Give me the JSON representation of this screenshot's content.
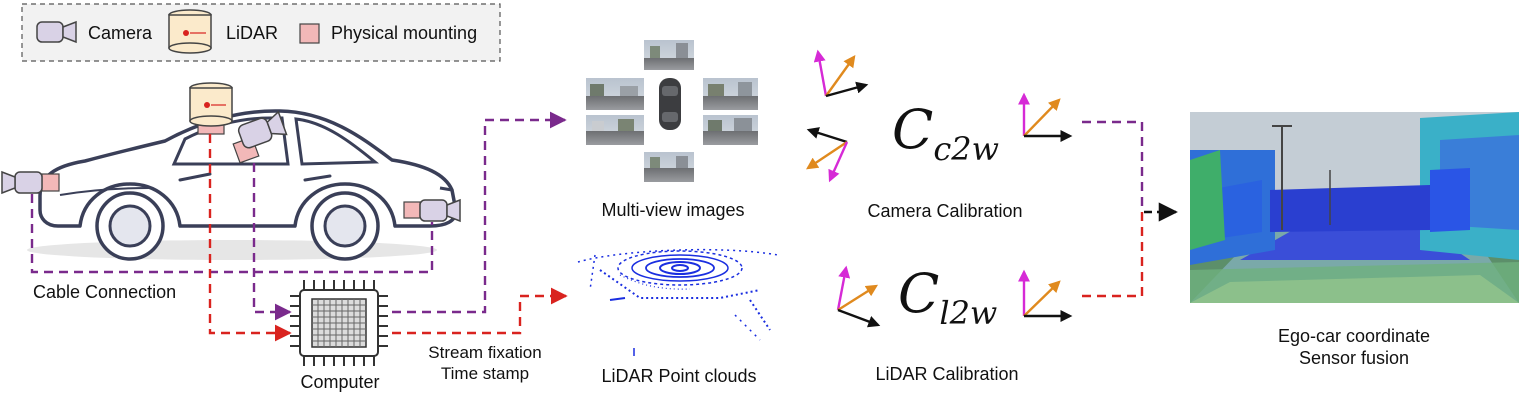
{
  "legend": {
    "camera": "Camera",
    "lidar": "LiDAR",
    "mounting": "Physical mounting"
  },
  "labels": {
    "cable_connection": "Cable Connection",
    "computer": "Computer",
    "stream_line1": "Stream fixation",
    "stream_line2": "Time stamp",
    "multiview": "Multi-view images",
    "lidar_points": "LiDAR Point clouds",
    "camera_calibration": "Camera Calibration",
    "lidar_calibration": "LiDAR Calibration",
    "fusion_line1": "Ego-car coordinate",
    "fusion_line2": "Sensor fusion"
  },
  "math": {
    "c2w_base": "C",
    "c2w_sub": "c2w",
    "l2w_base": "C",
    "l2w_sub": "l2w"
  },
  "colors": {
    "camera_fill": "#d9d2e6",
    "mount_fill": "#f2b8b8",
    "lidar_fill": "#fbeacb",
    "camera_path": "#7a2a8c",
    "lidar_path": "#d9231f",
    "axis_magenta": "#d62ad6",
    "axis_orange": "#e08a1e",
    "axis_black": "#111111"
  }
}
